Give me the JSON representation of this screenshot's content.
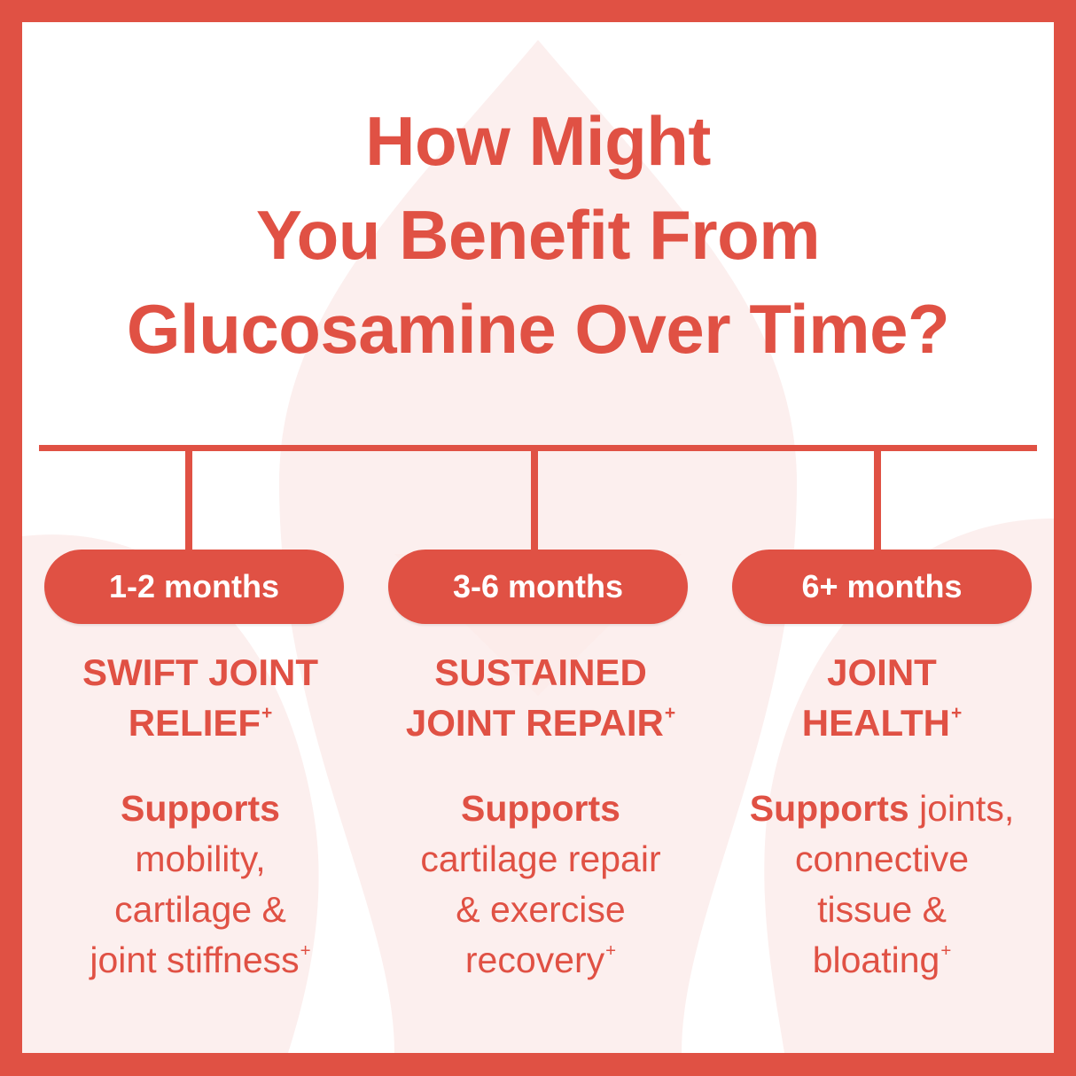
{
  "colors": {
    "brand_red": "#E05144",
    "background": "#FFFFFF",
    "shape_tint": "#FCEFEE"
  },
  "title": {
    "lines": [
      "How Might",
      "You Benefit From",
      "Glucosamine Over Time?"
    ]
  },
  "timeline": {
    "stages": [
      {
        "period": "1-2 months",
        "heading_lines": [
          "SWIFT JOINT",
          "RELIEF"
        ],
        "heading_mark": "+",
        "body_bold": "Supports",
        "body_lines": [
          "mobility,",
          "cartilage &",
          "joint stiffness"
        ],
        "body_mark": "+"
      },
      {
        "period": "3-6 months",
        "heading_lines": [
          "SUSTAINED",
          "JOINT REPAIR"
        ],
        "heading_mark": "+",
        "body_bold": "Supports",
        "body_lines": [
          "cartilage repair",
          "& exercise",
          "recovery"
        ],
        "body_mark": "+"
      },
      {
        "period": "6+ months",
        "heading_lines": [
          "JOINT",
          "HEALTH"
        ],
        "heading_mark": "+",
        "body_bold": "Supports",
        "body_first_line_rest": " joints,",
        "body_lines": [
          "connective",
          "tissue &",
          "bloating"
        ],
        "body_mark": "+"
      }
    ]
  }
}
